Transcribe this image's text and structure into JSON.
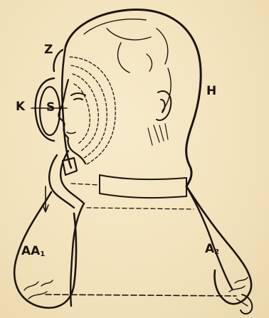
{
  "labels": {
    "z": "Z",
    "k": "K",
    "s": "S",
    "h": "H",
    "aa1_main": "AA",
    "aa1_sub": "1",
    "a2_main": "A",
    "a2_sub": "2"
  },
  "colors": {
    "paper": "#f3e6c2",
    "ink": "#1c140e"
  }
}
